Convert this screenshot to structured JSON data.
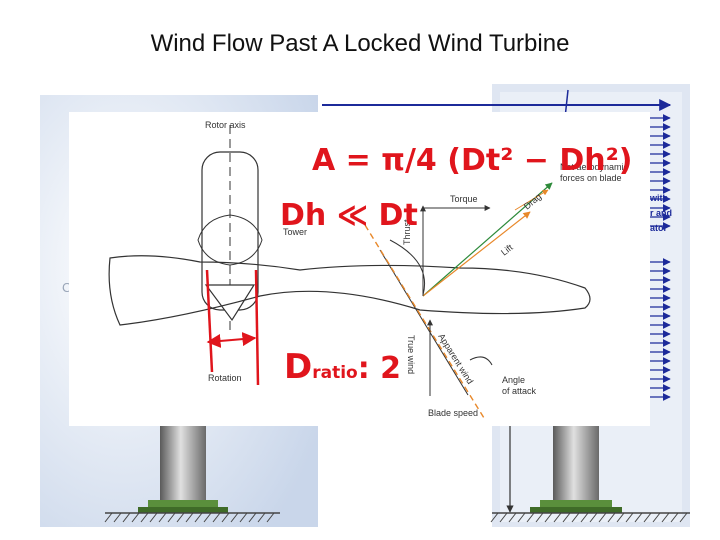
{
  "slide": {
    "title": "Wind Flow Past A Locked Wind Turbine"
  },
  "background_left": {
    "ghost_text": "C"
  },
  "background_right": {
    "ghost_text": [
      "with",
      "r and",
      "ator"
    ]
  },
  "diagram": {
    "labels": {
      "rotor_axis": "Rotor axis",
      "tower": "Tower",
      "rotation": "Rotation",
      "thrust": "Thrust",
      "torque": "Torque",
      "net_force": [
        "Net aerodynamic",
        "forces on blade"
      ],
      "drag": "Drag",
      "lift": "Lift",
      "true_wind": "True wind",
      "apparent_wind": "Apparent wind",
      "angle_of_attack": [
        "Angle",
        "of attack"
      ],
      "blade_speed": "Blade speed"
    }
  },
  "handwriting": {
    "area_formula": "A = π/4 (Dt² − Dh²)",
    "diameter_relation": "Dh ≪ Dt",
    "dratio": "D",
    "dratio_sub": "ratio",
    "dratio_value": ": 2"
  },
  "colors": {
    "annotation": "#e0151c",
    "arrows": "#1c2a9a",
    "torque_arrow": "#2d8a3a",
    "lift_arrow": "#e8882a",
    "tower_base": "#5a8f3c",
    "sky_panel": "#dfe6f2"
  }
}
